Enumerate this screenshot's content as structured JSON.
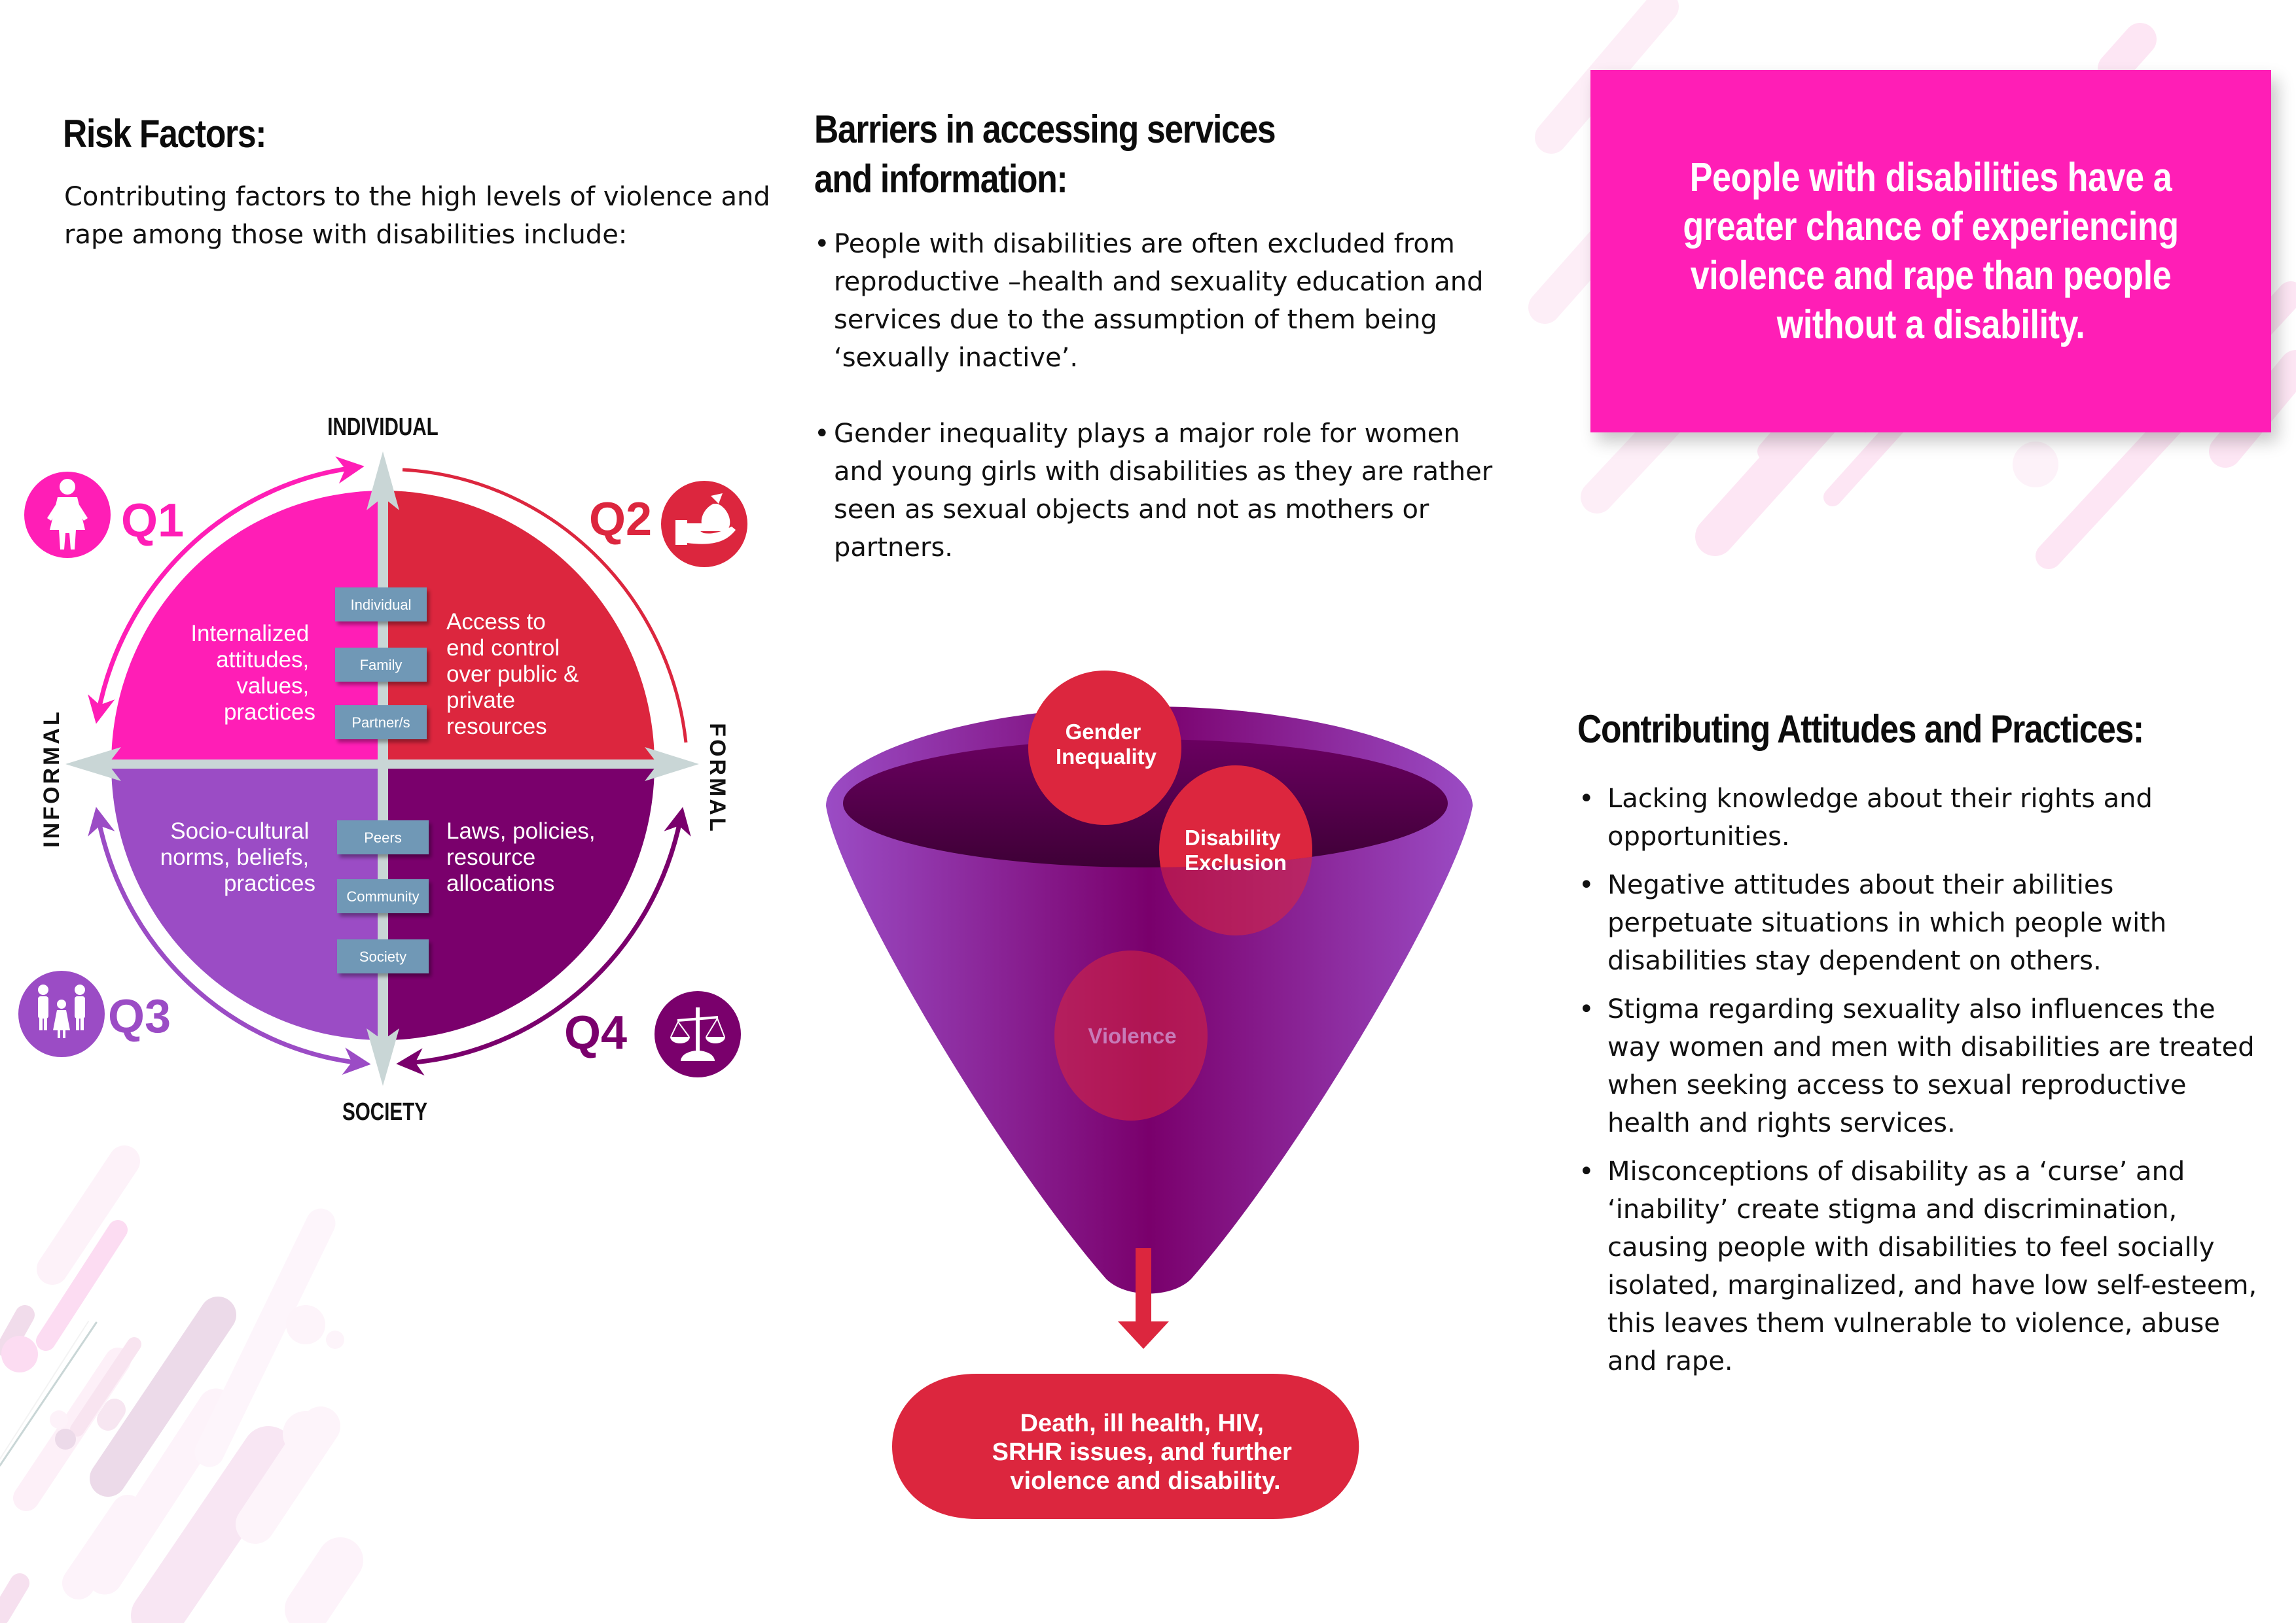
{
  "risk_factors": {
    "title": "Risk Factors:",
    "intro": "Contributing factors to the high levels of violence and rape among those with disabilities include:"
  },
  "quadrant_diagram": {
    "axis_labels": {
      "top": "INDIVIDUAL",
      "bottom": "SOCIETY",
      "left": "INFORMAL",
      "right": "FORMAL"
    },
    "quadrants": [
      {
        "id": "Q1",
        "label": "Q1",
        "icon": "woman-icon",
        "color": "#ff1eb6",
        "text": [
          "Internalized",
          "attitudes,",
          "values,",
          "practices"
        ]
      },
      {
        "id": "Q2",
        "label": "Q2",
        "icon": "hand-money-bag-icon",
        "color": "#dc263e",
        "text": [
          "Access to",
          "end control",
          "over public &",
          "private",
          "resources"
        ]
      },
      {
        "id": "Q3",
        "label": "Q3",
        "icon": "family-icon",
        "color": "#9b4cc5",
        "text": [
          "Socio-cultural",
          "norms, beliefs,",
          "practices"
        ]
      },
      {
        "id": "Q4",
        "label": "Q4",
        "icon": "scales-of-justice-icon",
        "color": "#7a006c",
        "text": [
          "Laws, policies,",
          "resource",
          "allocations"
        ]
      }
    ],
    "levels_upper": [
      "Individual",
      "Family",
      "Partner/s"
    ],
    "levels_lower": [
      "Peers",
      "Community",
      "Society"
    ],
    "level_box_color": "#7098b6",
    "axis_color": "#c9d6d6"
  },
  "barriers": {
    "title_line1": "Barriers in accessing services",
    "title_line2": "and information:",
    "items": [
      "People with disabilities are often excluded from reproductive –health and sexuality education and services due to the assumption of them being ‘sexually inactive’.",
      "Gender inequality plays a major role for women and young girls with disabilities as they are rather seen as sexual objects and not as mothers or partners."
    ]
  },
  "funnel": {
    "circles": [
      {
        "line1": "Gender",
        "line2": "Inequality"
      },
      {
        "line1": "Disability",
        "line2": "Exclusion"
      },
      {
        "line1": "Violence",
        "line2": ""
      }
    ],
    "outcome": [
      "Death, ill health, HIV,",
      "SRHR issues, and further",
      "violence and disability."
    ],
    "accent_color": "#dc263e",
    "funnel_color": "#7a006c"
  },
  "callout": {
    "text": "People with disabilities have a greater chance of experiencing violence and rape than people without a disability.",
    "color": "#ff1eb6"
  },
  "contributing": {
    "title": "Contributing Attitudes and Practices:",
    "items": [
      "Lacking knowledge about their rights and opportunities.",
      "Negative attitudes about their abilities perpetuate situations in which people with disabilities stay dependent on others.",
      "Stigma regarding sexuality also influences the way women and men with disabilities are treated when seeking access to sexual reproductive health and rights services.",
      "Misconceptions of disability as a ‘curse’ and ‘inability’ create stigma and discrimination, causing people with disabilities to feel socially isolated, marginalized, and have low self-esteem, this leaves  them vulnerable to violence, abuse and rape."
    ]
  }
}
